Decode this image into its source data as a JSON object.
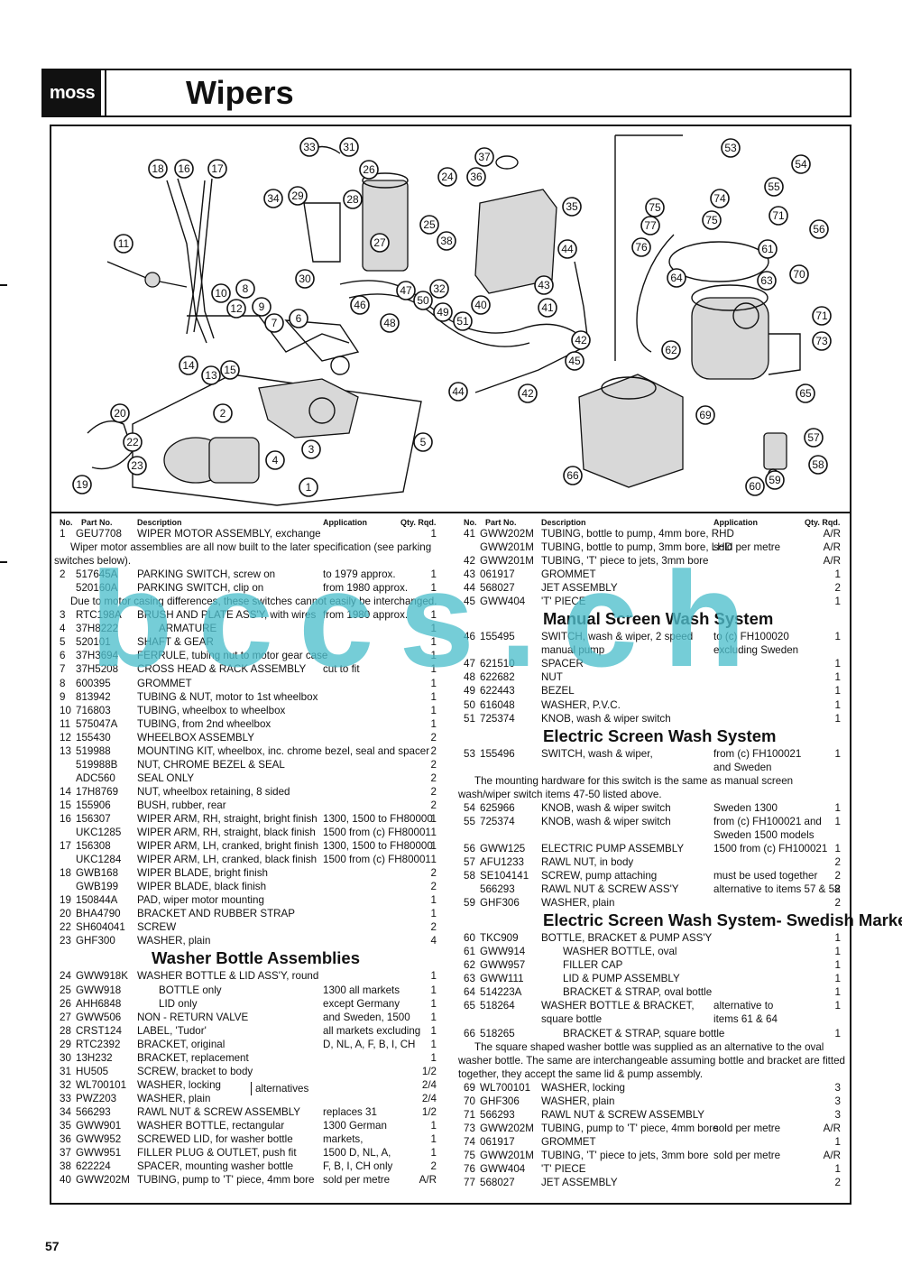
{
  "header": {
    "logo": "moss",
    "title": "Wipers"
  },
  "page_number": "57",
  "watermark": "bccs.ch",
  "columns": {
    "no": "No.",
    "part_no": "Part No.",
    "description": "Description",
    "application": "Application",
    "qty": "Qty. Rqd."
  },
  "left_column": [
    {
      "no": "1",
      "part": "GEU7708",
      "desc": "WIPER MOTOR ASSEMBLY, exchange",
      "app": "",
      "qty": "1"
    },
    {
      "note": "Wiper motor assemblies are all now built to the later specification (see parking switches below)."
    },
    {
      "no": "2",
      "part": "517645A",
      "desc": "PARKING SWITCH, screw on",
      "app": "to 1979 approx.",
      "qty": "1"
    },
    {
      "no": "",
      "part": "520160A",
      "desc": "PARKING SWITCH, clip on",
      "app": "from 1980 approx.",
      "qty": "1"
    },
    {
      "note": "Due to motor casing differences, these switches cannot easily be interchanged."
    },
    {
      "no": "3",
      "part": "RTC198A",
      "desc": "BRUSH AND PLATE ASS'Y, with wires",
      "app": "from 1980 approx.",
      "qty": "1"
    },
    {
      "no": "4",
      "part": "37H8222",
      "desc": "ARMATURE",
      "indent": true,
      "app": "",
      "qty": "1"
    },
    {
      "no": "5",
      "part": "520101",
      "desc": "SHAFT & GEAR",
      "app": "",
      "qty": "1"
    },
    {
      "no": "6",
      "part": "37H3694",
      "desc": "FERRULE, tubing nut to motor gear case",
      "app": "",
      "qty": "1"
    },
    {
      "no": "7",
      "part": "37H5208",
      "desc": "CROSS HEAD & RACK ASSEMBLY",
      "app": "cut to fit",
      "qty": "1"
    },
    {
      "no": "8",
      "part": "600395",
      "desc": "GROMMET",
      "app": "",
      "qty": "1"
    },
    {
      "no": "9",
      "part": "813942",
      "desc": "TUBING & NUT, motor to 1st wheelbox",
      "app": "",
      "qty": "1"
    },
    {
      "no": "10",
      "part": "716803",
      "desc": "TUBING, wheelbox to wheelbox",
      "app": "",
      "qty": "1"
    },
    {
      "no": "11",
      "part": "575047A",
      "desc": "TUBING, from 2nd wheelbox",
      "app": "",
      "qty": "1"
    },
    {
      "no": "12",
      "part": "155430",
      "desc": "WHEELBOX ASSEMBLY",
      "app": "",
      "qty": "2"
    },
    {
      "no": "13",
      "part": "519988",
      "desc": "MOUNTING KIT, wheelbox, inc. chrome bezel, seal and spacer",
      "app": "",
      "qty": "2"
    },
    {
      "no": "",
      "part": "519988B",
      "desc": "NUT, CHROME BEZEL & SEAL",
      "app": "",
      "qty": "2"
    },
    {
      "no": "",
      "part": "ADC560",
      "desc": "SEAL ONLY",
      "app": "",
      "qty": "2"
    },
    {
      "no": "14",
      "part": "17H8769",
      "desc": "NUT, wheelbox retaining, 8 sided",
      "app": "",
      "qty": "2"
    },
    {
      "no": "15",
      "part": "155906",
      "desc": "BUSH, rubber, rear",
      "app": "",
      "qty": "2"
    },
    {
      "no": "16",
      "part": "156307",
      "desc": "WIPER ARM, RH, straight, bright finish",
      "app": "1300, 1500 to FH80000",
      "qty": "1"
    },
    {
      "no": "",
      "part": "UKC1285",
      "desc": "WIPER ARM, RH, straight, black finish",
      "app": "1500 from (c) FH80001",
      "qty": "1"
    },
    {
      "no": "17",
      "part": "156308",
      "desc": "WIPER ARM, LH, cranked, bright finish",
      "app": "1300, 1500 to FH80000",
      "qty": "1"
    },
    {
      "no": "",
      "part": "UKC1284",
      "desc": "WIPER ARM, LH, cranked, black finish",
      "app": "1500 from (c) FH80001",
      "qty": "1"
    },
    {
      "no": "18",
      "part": "GWB168",
      "desc": "WIPER BLADE, bright finish",
      "app": "",
      "qty": "2"
    },
    {
      "no": "",
      "part": "GWB199",
      "desc": "WIPER BLADE, black finish",
      "app": "",
      "qty": "2"
    },
    {
      "no": "19",
      "part": "150844A",
      "desc": "PAD, wiper motor mounting",
      "app": "",
      "qty": "1"
    },
    {
      "no": "20",
      "part": "BHA4790",
      "desc": "BRACKET AND RUBBER STRAP",
      "app": "",
      "qty": "1"
    },
    {
      "no": "22",
      "part": "SH604041",
      "desc": "SCREW",
      "app": "",
      "qty": "2"
    },
    {
      "no": "23",
      "part": "GHF300",
      "desc": "WASHER, plain",
      "app": "",
      "qty": "4"
    },
    {
      "section": "Washer Bottle Assemblies"
    },
    {
      "no": "24",
      "part": "GWW918K",
      "desc": "WASHER BOTTLE & LID ASS'Y, round",
      "app": "",
      "qty": "1"
    },
    {
      "no": "25",
      "part": "GWW918",
      "desc": "BOTTLE only",
      "indent": true,
      "app": "1300 all markets",
      "qty": "1"
    },
    {
      "no": "26",
      "part": "AHH6848",
      "desc": "LID only",
      "indent": true,
      "app": "except Germany",
      "qty": "1"
    },
    {
      "no": "27",
      "part": "GWW506",
      "desc": "NON - RETURN VALVE",
      "app": "and Sweden, 1500",
      "qty": "1"
    },
    {
      "no": "28",
      "part": "CRST124",
      "desc": "LABEL, 'Tudor'",
      "app": "all markets excluding",
      "qty": "1"
    },
    {
      "no": "29",
      "part": "RTC2392",
      "desc": "BRACKET, original",
      "app": "D, NL, A, F, B, I, CH",
      "qty": "1"
    },
    {
      "no": "30",
      "part": "13H232",
      "desc": "BRACKET, replacement",
      "app": "",
      "qty": "1"
    },
    {
      "no": "31",
      "part": "HU505",
      "desc": "SCREW, bracket to body",
      "app": "",
      "qty": "1/2"
    },
    {
      "no": "32",
      "part": "WL700101",
      "desc": "WASHER, locking",
      "app": "",
      "qty": "2/4"
    },
    {
      "no": "33",
      "part": "PWZ203",
      "desc": "WASHER, plain",
      "app": "",
      "qty": "2/4"
    },
    {
      "no": "34",
      "part": "566293",
      "desc": "RAWL NUT & SCREW ASSEMBLY",
      "app": "replaces 31",
      "qty": "1/2"
    },
    {
      "no": "35",
      "part": "GWW901",
      "desc": "WASHER BOTTLE, rectangular",
      "app": "1300 German",
      "qty": "1"
    },
    {
      "no": "36",
      "part": "GWW952",
      "desc": "SCREWED LID, for washer bottle",
      "app": "markets,",
      "qty": "1"
    },
    {
      "no": "37",
      "part": "GWW951",
      "desc": "FILLER PLUG & OUTLET, push fit",
      "app": "1500 D, NL, A,",
      "qty": "1"
    },
    {
      "no": "38",
      "part": "622224",
      "desc": "SPACER, mounting washer bottle",
      "app": "F, B, I, CH only",
      "qty": "2"
    },
    {
      "no": "40",
      "part": "GWW202M",
      "desc": "TUBING, pump to 'T' piece, 4mm bore",
      "app": "sold per metre",
      "qty": "A/R"
    }
  ],
  "left_alternatives_label": "alternatives",
  "right_column": [
    {
      "no": "41",
      "part": "GWW202M",
      "desc": "TUBING, bottle to pump, 4mm bore, RHD",
      "app": "",
      "qty": "A/R"
    },
    {
      "no": "",
      "part": "GWW201M",
      "desc": "TUBING, bottle to pump, 3mm bore, LHD",
      "app": "sold per metre",
      "qty": "A/R"
    },
    {
      "no": "42",
      "part": "GWW201M",
      "desc": "TUBING, 'T' piece to jets, 3mm bore",
      "app": "",
      "qty": "A/R"
    },
    {
      "no": "43",
      "part": "061917",
      "desc": "GROMMET",
      "app": "",
      "qty": "1"
    },
    {
      "no": "44",
      "part": "568027",
      "desc": "JET ASSEMBLY",
      "app": "",
      "qty": "2"
    },
    {
      "no": "45",
      "part": "GWW404",
      "desc": "'T' PIECE",
      "app": "",
      "qty": "1"
    },
    {
      "section": "Manual Screen Wash System"
    },
    {
      "no": "46",
      "part": "155495",
      "desc": "SWITCH, wash & wiper, 2 speed",
      "app": "to (c) FH100020",
      "qty": "1"
    },
    {
      "no": "",
      "part": "",
      "desc": "manual pump",
      "app": "excluding Sweden",
      "qty": ""
    },
    {
      "no": "47",
      "part": "621510",
      "desc": "SPACER",
      "app": "",
      "qty": "1"
    },
    {
      "no": "48",
      "part": "622682",
      "desc": "NUT",
      "app": "",
      "qty": "1"
    },
    {
      "no": "49",
      "part": "622443",
      "desc": "BEZEL",
      "app": "",
      "qty": "1"
    },
    {
      "no": "50",
      "part": "616048",
      "desc": "WASHER, P.V.C.",
      "app": "",
      "qty": "1"
    },
    {
      "no": "51",
      "part": "725374",
      "desc": "KNOB, wash & wiper switch",
      "app": "",
      "qty": "1"
    },
    {
      "section": "Electric Screen Wash System"
    },
    {
      "no": "53",
      "part": "155496",
      "desc": "SWITCH, wash & wiper,",
      "app": "from (c) FH100021",
      "qty": "1"
    },
    {
      "no": "",
      "part": "",
      "desc": "",
      "app": "and Sweden",
      "qty": ""
    },
    {
      "note": "The mounting hardware for this switch is the same as manual screen wash/wiper switch items 47-50 listed above."
    },
    {
      "no": "54",
      "part": "625966",
      "desc": "KNOB, wash & wiper switch",
      "app": "Sweden 1300",
      "qty": "1"
    },
    {
      "no": "55",
      "part": "725374",
      "desc": "KNOB, wash & wiper switch",
      "app": "from (c) FH100021 and",
      "qty": "1"
    },
    {
      "no": "",
      "part": "",
      "desc": "",
      "app": "Sweden 1500 models",
      "qty": ""
    },
    {
      "no": "56",
      "part": "GWW125",
      "desc": "ELECTRIC PUMP ASSEMBLY",
      "app": "1500 from (c) FH100021",
      "qty": "1"
    },
    {
      "no": "57",
      "part": "AFU1233",
      "desc": "RAWL NUT, in body",
      "app": "",
      "qty": "2"
    },
    {
      "no": "58",
      "part": "SE104141",
      "desc": "SCREW, pump attaching",
      "app": "must be used together",
      "qty": "2"
    },
    {
      "no": "",
      "part": "566293",
      "desc": "RAWL NUT & SCREW ASS'Y",
      "app": "alternative to items 57 & 58",
      "qty": "2"
    },
    {
      "no": "59",
      "part": "GHF306",
      "desc": "WASHER, plain",
      "app": "",
      "qty": "2"
    },
    {
      "section": "Electric Screen Wash System- Swedish Markets"
    },
    {
      "no": "60",
      "part": "TKC909",
      "desc": "BOTTLE, BRACKET & PUMP ASS'Y",
      "app": "",
      "qty": "1"
    },
    {
      "no": "61",
      "part": "GWW914",
      "desc": "WASHER BOTTLE, oval",
      "indent": true,
      "app": "",
      "qty": "1"
    },
    {
      "no": "62",
      "part": "GWW957",
      "desc": "FILLER CAP",
      "indent": true,
      "app": "",
      "qty": "1"
    },
    {
      "no": "63",
      "part": "GWW111",
      "desc": "LID & PUMP ASSEMBLY",
      "indent": true,
      "app": "",
      "qty": "1"
    },
    {
      "no": "64",
      "part": "514223A",
      "desc": "BRACKET & STRAP, oval bottle",
      "indent": true,
      "app": "",
      "qty": "1"
    },
    {
      "no": "65",
      "part": "518264",
      "desc": "WASHER BOTTLE & BRACKET,",
      "app": "alternative to",
      "qty": "1"
    },
    {
      "no": "",
      "part": "",
      "desc": "square bottle",
      "app": "items 61 & 64",
      "qty": ""
    },
    {
      "no": "66",
      "part": "518265",
      "desc": "BRACKET & STRAP, square bottle",
      "indent": true,
      "app": "",
      "qty": "1"
    },
    {
      "note": "The square shaped washer bottle was supplied as an alternative to the oval washer bottle. The same are interchangeable assuming bottle and bracket are fitted together, they accept the same lid & pump assembly."
    },
    {
      "no": "69",
      "part": "WL700101",
      "desc": "WASHER, locking",
      "app": "",
      "qty": "3"
    },
    {
      "no": "70",
      "part": "GHF306",
      "desc": "WASHER, plain",
      "app": "",
      "qty": "3"
    },
    {
      "no": "71",
      "part": "566293",
      "desc": "RAWL NUT & SCREW ASSEMBLY",
      "app": "",
      "qty": "3"
    },
    {
      "no": "73",
      "part": "GWW202M",
      "desc": "TUBING, pump to 'T' piece, 4mm bore",
      "app": "sold per metre",
      "qty": "A/R"
    },
    {
      "no": "74",
      "part": "061917",
      "desc": "GROMMET",
      "app": "",
      "qty": "1"
    },
    {
      "no": "75",
      "part": "GWW201M",
      "desc": "TUBING, 'T' piece to jets, 3mm bore",
      "app": "sold per metre",
      "qty": "A/R"
    },
    {
      "no": "76",
      "part": "GWW404",
      "desc": "'T' PIECE",
      "app": "",
      "qty": "1"
    },
    {
      "no": "77",
      "part": "568027",
      "desc": "JET ASSEMBLY",
      "app": "",
      "qty": "2"
    }
  ],
  "callouts": [
    "1",
    "2",
    "3",
    "4",
    "5",
    "6",
    "7",
    "8",
    "9",
    "10",
    "11",
    "12",
    "13",
    "14",
    "15",
    "16",
    "17",
    "18",
    "19",
    "20",
    "22",
    "23",
    "24",
    "25",
    "26",
    "27",
    "28",
    "29",
    "30",
    "31",
    "32",
    "33",
    "34",
    "35",
    "36",
    "37",
    "38",
    "40",
    "41",
    "42",
    "42",
    "43",
    "44",
    "44",
    "45",
    "46",
    "47",
    "48",
    "49",
    "50",
    "51",
    "53",
    "54",
    "55",
    "56",
    "57",
    "58",
    "59",
    "60",
    "61",
    "62",
    "63",
    "64",
    "65",
    "66",
    "69",
    "70",
    "71",
    "71",
    "73",
    "74",
    "75",
    "75",
    "76",
    "77"
  ]
}
